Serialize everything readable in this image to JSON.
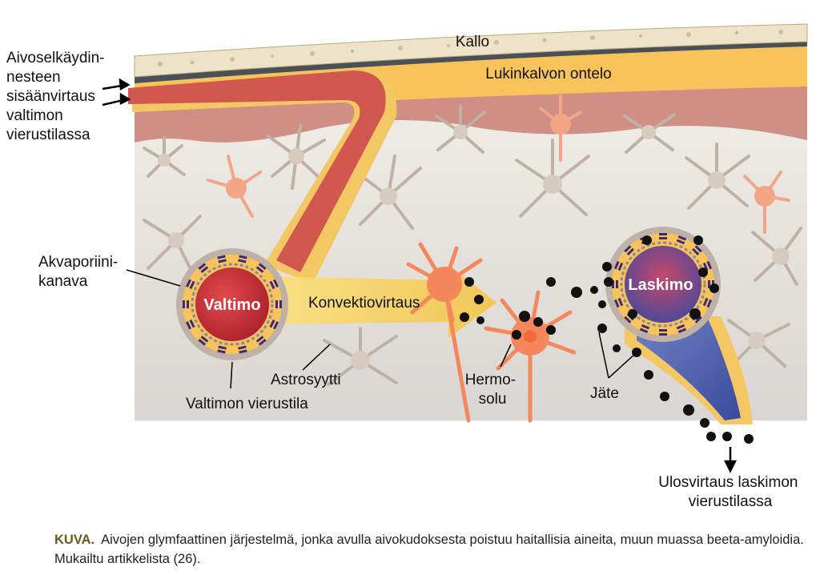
{
  "labels": {
    "skull": "Kallo",
    "subarachnoid": "Lukinkalvon ontelo",
    "csf_inflow": [
      "Aivoselkäydin-",
      "nesteen",
      "sisäänvirtaus",
      "valtimon",
      "vierustilassa"
    ],
    "aquaporin": [
      "Akvaporiini-",
      "kanava"
    ],
    "artery": "Valtimo",
    "vein": "Laskimo",
    "convection": "Konvektiovirtaus",
    "astrocyte": "Astrosyytti",
    "perivascular_artery": "Valtimon vierustila",
    "neuron": [
      "Hermo-",
      "solu"
    ],
    "waste": "Jäte",
    "outflow": [
      "Ulosvirtaus laskimon",
      "vierustilassa"
    ]
  },
  "caption": {
    "label": "KUVA.",
    "text": "Aivojen glymfaattinen järjestelmä, jonka avulla aivokudoksesta poistuu haitallisia aineita, muun muassa beeta-amyloidia. Mukailtu artikkelista (26)."
  },
  "colors": {
    "skull": "#ede3c8",
    "csf": "#f8c35b",
    "meninges": "#c9877b",
    "brain": "#ece8e2",
    "artery": "#c8303a",
    "vein": "#4a5aa8",
    "neuron": "#f4885c",
    "astrocyte": "#d7cbc0",
    "aquaporin": "#3c2a78",
    "waste": "#111111"
  },
  "icons": [
    "arrow-right-icon",
    "arrow-down-icon",
    "aquaporin-channel-icon",
    "waste-particle-icon"
  ]
}
